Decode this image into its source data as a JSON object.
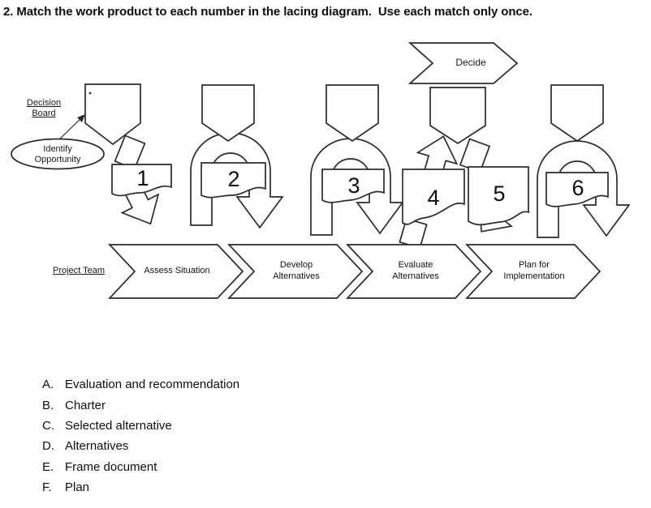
{
  "title": "2. Match the work product to each number in the lacing diagram.  Use each match only once.",
  "diagram": {
    "decision_board_label": "Decision Board",
    "identify_opportunity_label": "Identify Opportunity",
    "decide_label": "Decide",
    "project_team_label": "Project Team",
    "numbers": [
      "1",
      "2",
      "3",
      "4",
      "5",
      "6"
    ],
    "process_steps": [
      "Assess Situation",
      "Develop Alternatives",
      "Evaluate Alternatives",
      "Plan for Implementation"
    ],
    "stroke_color": "#2b2b2b"
  },
  "answers": [
    {
      "letter": "A.",
      "text": "Evaluation and recommendation"
    },
    {
      "letter": "B.",
      "text": "Charter"
    },
    {
      "letter": "C.",
      "text": "Selected alternative"
    },
    {
      "letter": "D.",
      "text": "Alternatives"
    },
    {
      "letter": "E.",
      "text": "Frame document"
    },
    {
      "letter": "F.",
      "text": "Plan"
    }
  ]
}
